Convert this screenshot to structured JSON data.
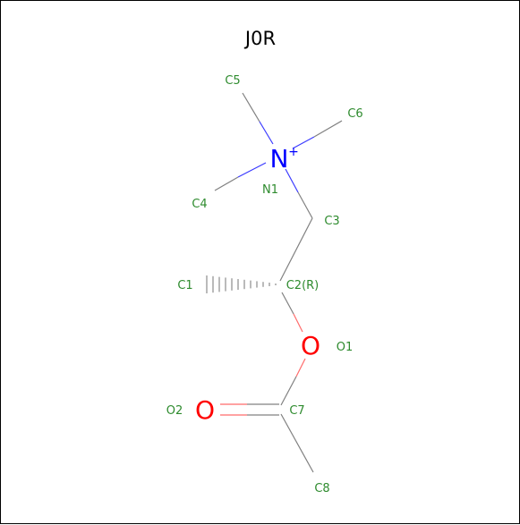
{
  "molecule": {
    "title": "J0R",
    "colors": {
      "carbon": "#2e8b2e",
      "nitrogen": "#0000ff",
      "oxygen": "#ff0000",
      "bond": "#808080",
      "title": "#000000"
    },
    "atoms": [
      {
        "id": "N1",
        "element": "N",
        "symbol": "N",
        "charge": "+",
        "label": "N1"
      },
      {
        "id": "C1",
        "element": "C",
        "label": "C1"
      },
      {
        "id": "C2",
        "element": "C",
        "label": "C2(R)"
      },
      {
        "id": "C3",
        "element": "C",
        "label": "C3"
      },
      {
        "id": "C4",
        "element": "C",
        "label": "C4"
      },
      {
        "id": "C5",
        "element": "C",
        "label": "C5"
      },
      {
        "id": "C6",
        "element": "C",
        "label": "C6"
      },
      {
        "id": "C7",
        "element": "C",
        "label": "C7"
      },
      {
        "id": "C8",
        "element": "C",
        "label": "C8"
      },
      {
        "id": "O1",
        "element": "O",
        "symbol": "O",
        "label": "O1"
      },
      {
        "id": "O2",
        "element": "O",
        "symbol": "O",
        "label": "O2"
      }
    ],
    "bonds": [
      {
        "from": "N1",
        "to": "C5",
        "order": 1
      },
      {
        "from": "N1",
        "to": "C6",
        "order": 1
      },
      {
        "from": "N1",
        "to": "C4",
        "order": 1
      },
      {
        "from": "N1",
        "to": "C3",
        "order": 1
      },
      {
        "from": "C3",
        "to": "C2",
        "order": 1
      },
      {
        "from": "C2",
        "to": "C1",
        "order": 1,
        "stereo": "hash"
      },
      {
        "from": "C2",
        "to": "O1",
        "order": 1
      },
      {
        "from": "O1",
        "to": "C7",
        "order": 1
      },
      {
        "from": "C7",
        "to": "O2",
        "order": 2
      },
      {
        "from": "C7",
        "to": "C8",
        "order": 1
      }
    ]
  }
}
